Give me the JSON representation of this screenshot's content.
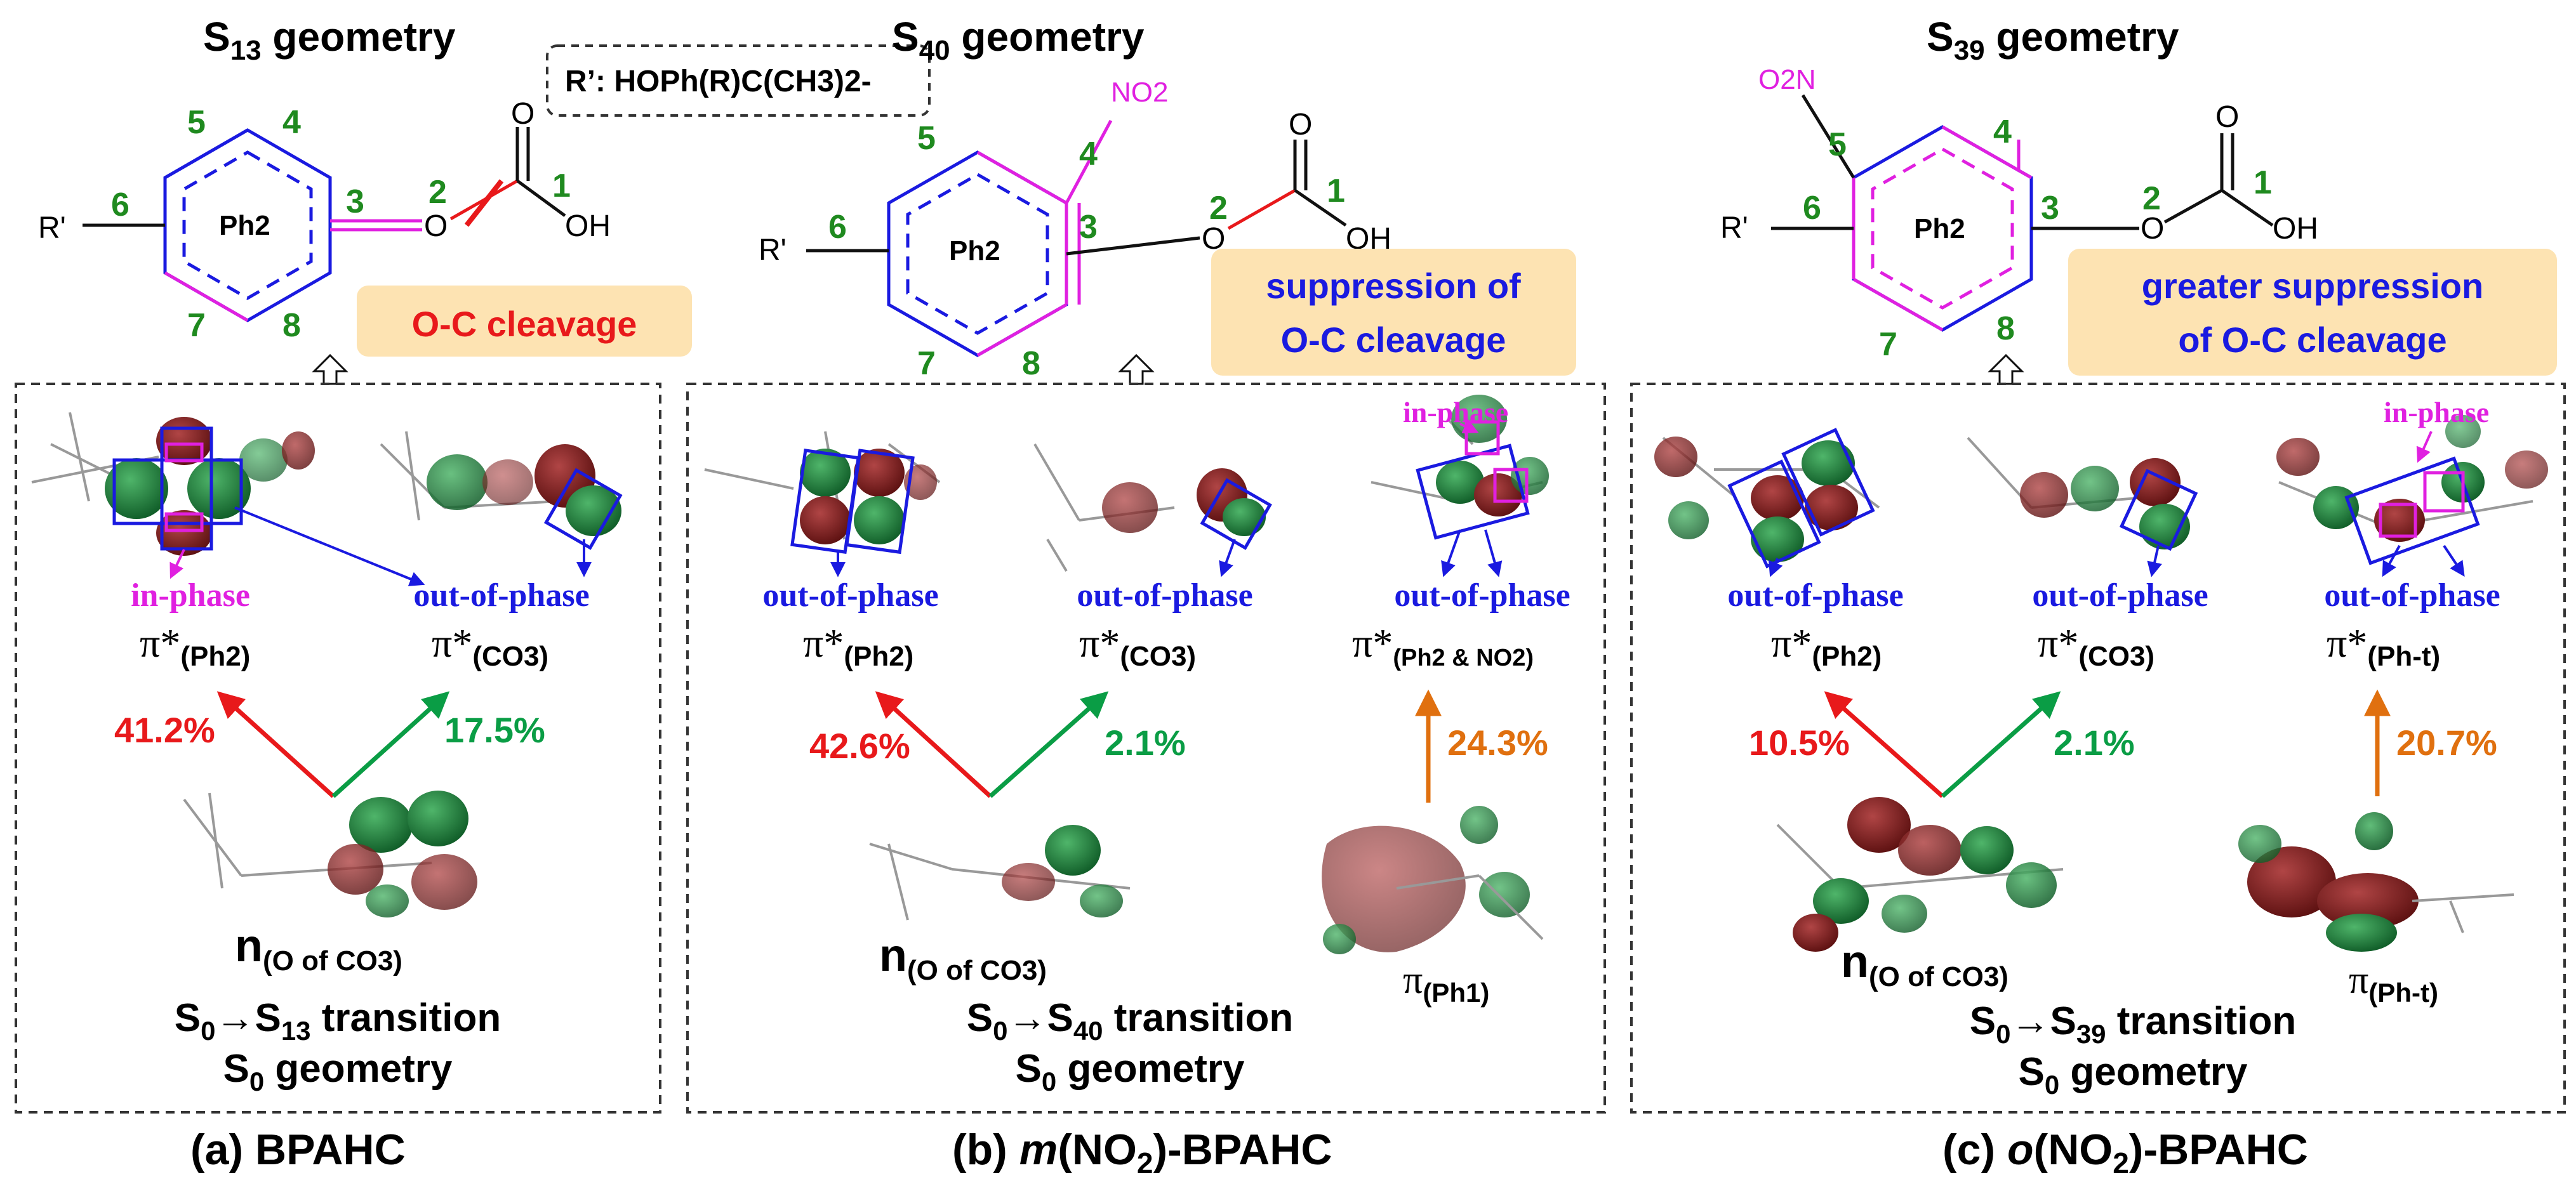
{
  "reference_note": "R’: HOPh(R)C(CH3)2-",
  "colors": {
    "red": "#e8191b",
    "green": "#0a9d45",
    "orange": "#e0700f",
    "blue": "#1a1ae0",
    "magenta": "#e020e0",
    "atom_num": "#1f8a1f",
    "highlight": "#fde3b2",
    "lobe_red": "#7a1a1a",
    "lobe_green": "#1a7a34"
  },
  "panels": [
    {
      "geometry_title_S": "S",
      "geometry_title_sub": "13",
      "geometry_title_rest": " geometry",
      "ring_label": "Ph2",
      "r_label": "R'",
      "oh_label": "OH",
      "o_label": "O",
      "atom_numbers": [
        "1",
        "2",
        "3",
        "4",
        "5",
        "6",
        "7",
        "8"
      ],
      "nitro": "",
      "callout_lines": [
        "O-C cleavage"
      ],
      "callout_color": "red",
      "mo_labels": [
        {
          "phase": "in-phase",
          "phase_color": "magenta",
          "pi": "π*",
          "sub": "(Ph2)"
        },
        {
          "phase": "out-of-phase",
          "phase_color": "blue",
          "pi": "π*",
          "sub": "(CO3)"
        }
      ],
      "pct": [
        {
          "value": "41.2%",
          "color": "red"
        },
        {
          "value": "17.5%",
          "color": "green"
        }
      ],
      "donor": [
        {
          "main": "n",
          "sub": "(O of CO3)"
        }
      ],
      "transition": {
        "S0": "S",
        "sub0": "0",
        "arrow": "→",
        "S1": "S",
        "sub1": "13",
        "rest": " transition"
      },
      "geom": {
        "S": "S",
        "sub": "0",
        "rest": " geometry"
      },
      "caption": "(a)  BPAHC"
    },
    {
      "geometry_title_S": "S",
      "geometry_title_sub": "40",
      "geometry_title_rest": " geometry",
      "ring_label": "Ph2",
      "r_label": "R'",
      "oh_label": "OH",
      "o_label": "O",
      "atom_numbers": [
        "1",
        "2",
        "3",
        "4",
        "5",
        "6",
        "7",
        "8"
      ],
      "nitro": "NO2",
      "callout_lines": [
        "suppression of",
        "O-C cleavage"
      ],
      "callout_color": "blue",
      "mo_labels": [
        {
          "phase": "out-of-phase",
          "phase_color": "blue",
          "pi": "π*",
          "sub": "(Ph2)"
        },
        {
          "phase": "out-of-phase",
          "phase_color": "blue",
          "pi": "π*",
          "sub": "(CO3)"
        },
        {
          "phase": "out-of-phase",
          "phase_color": "blue",
          "pi": "π*",
          "sub": "(Ph2 & NO2)",
          "extra_phase": "in-phase"
        }
      ],
      "pct": [
        {
          "value": "42.6%",
          "color": "red"
        },
        {
          "value": "2.1%",
          "color": "green"
        },
        {
          "value": "24.3%",
          "color": "orange"
        }
      ],
      "donor": [
        {
          "main": "n",
          "sub": "(O of CO3)"
        },
        {
          "main": "π",
          "sub": "(Ph1)"
        }
      ],
      "transition": {
        "S0": "S",
        "sub0": "0",
        "arrow": "→",
        "S1": "S",
        "sub1": "40",
        "rest": " transition"
      },
      "geom": {
        "S": "S",
        "sub": "0",
        "rest": " geometry"
      },
      "caption_pre": "(b) ",
      "caption_it": "m",
      "caption_post": "(NO",
      "caption_sub": "2",
      "caption_end": ")-BPAHC"
    },
    {
      "geometry_title_S": "S",
      "geometry_title_sub": "39",
      "geometry_title_rest": " geometry",
      "ring_label": "Ph2",
      "r_label": "R'",
      "oh_label": "OH",
      "o_label": "O",
      "atom_numbers": [
        "1",
        "2",
        "3",
        "4",
        "5",
        "6",
        "7",
        "8"
      ],
      "nitro": "O2N",
      "callout_lines": [
        "greater suppression",
        "of O-C cleavage"
      ],
      "callout_color": "blue",
      "mo_labels": [
        {
          "phase": "out-of-phase",
          "phase_color": "blue",
          "pi": "π*",
          "sub": "(Ph2)"
        },
        {
          "phase": "out-of-phase",
          "phase_color": "blue",
          "pi": "π*",
          "sub": "(CO3)"
        },
        {
          "phase": "out-of-phase",
          "phase_color": "blue",
          "pi": "π*",
          "sub": "(Ph-t)",
          "extra_phase": "in-phase"
        }
      ],
      "pct": [
        {
          "value": "10.5%",
          "color": "red"
        },
        {
          "value": "2.1%",
          "color": "green"
        },
        {
          "value": "20.7%",
          "color": "orange"
        }
      ],
      "donor": [
        {
          "main": "n",
          "sub": "(O of CO3)"
        },
        {
          "main": "π",
          "sub": "(Ph-t)"
        }
      ],
      "transition": {
        "S0": "S",
        "sub0": "0",
        "arrow": "→",
        "S1": "S",
        "sub1": "39",
        "rest": " transition"
      },
      "geom": {
        "S": "S",
        "sub": "0",
        "rest": " geometry"
      },
      "caption_pre": "(c) ",
      "caption_it": "o",
      "caption_post": "(NO",
      "caption_sub": "2",
      "caption_end": ")-BPAHC"
    }
  ]
}
